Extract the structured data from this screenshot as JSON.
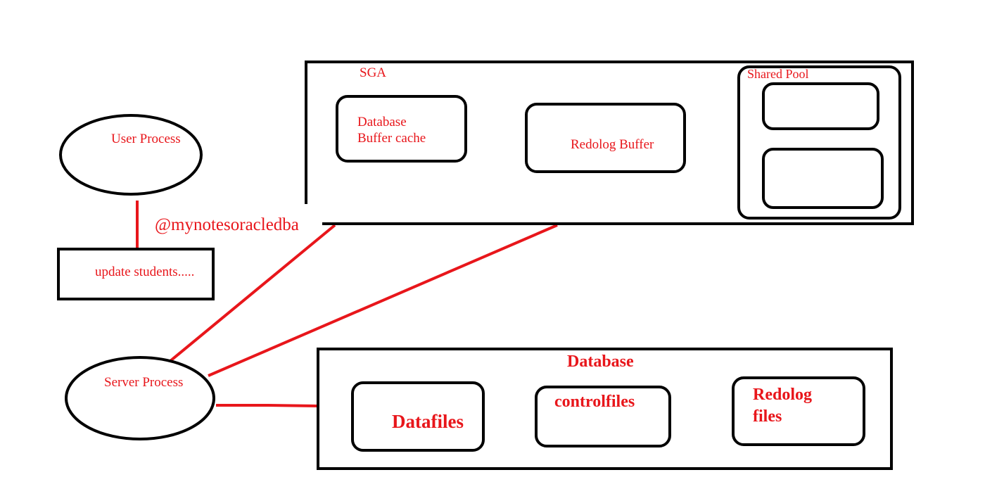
{
  "labels": {
    "user_process": "User Process",
    "sql_statement": "update students.....",
    "server_process": "Server Process",
    "sga": "SGA",
    "db_buffer_cache": "Database\nBuffer cache",
    "redolog_buffer": "Redolog Buffer",
    "shared_pool": "Shared Pool",
    "database": "Database",
    "datafiles": "Datafiles",
    "controlfiles": "controlfiles",
    "redolog_files": "Redolog\nfiles",
    "watermark": "@mynotesoracledba"
  },
  "colors": {
    "outline": "#000000",
    "accent": "#e8161b",
    "background": "#ffffff"
  }
}
